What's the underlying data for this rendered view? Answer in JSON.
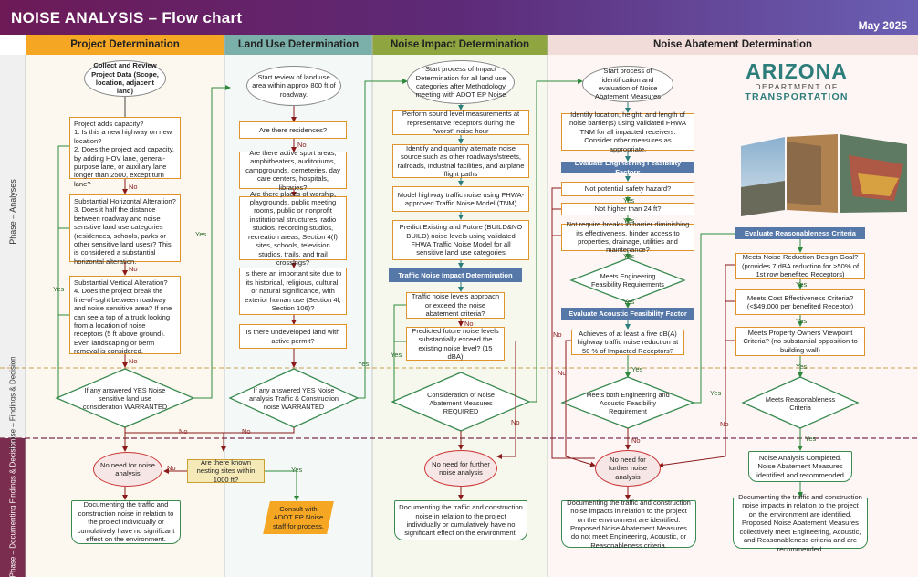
{
  "header": {
    "title": "NOISE ANALYSIS – Flow chart",
    "date": "May 2025"
  },
  "lanes": [
    {
      "label": "Project Determination"
    },
    {
      "label": "Land Use Determination"
    },
    {
      "label": "Noise Impact Determination"
    },
    {
      "label": "Noise Abatement Determination"
    }
  ],
  "phases": {
    "analyses": "Phase – Analyses",
    "findings": "Phase – Findings & Decision",
    "documenting": "Phase – Documenting Findings & Decision"
  },
  "logo": {
    "line1": "ARIZONA",
    "line2": "DEPARTMENT OF",
    "line3": "TRANSPORTATION"
  },
  "colors": {
    "title_bar": "#6d1a57",
    "lane1": "#f5a623",
    "lane2": "#7bb0aa",
    "lane3": "#8fa640",
    "lane4": "#f2dcd9"
  },
  "nodes": {
    "p_start": "Collect and Review Project Data (Scope, location, adjacent land)",
    "p_q1": "Project adds capacity?\n1. Is this a new highway on new location?\n2. Does the project add capacity, by adding HOV lane, general-purpose lane, or auxiliary lane longer than 2500, except turn lane?",
    "p_q2": "Substantial Horizontal Alteration?\n3. Does it half the distance between roadway and noise sensitive land use categories (residences, schools, parks or other sensitive land uses)? This is considered a substantial horizontal alteration.",
    "p_q3": "Substantial Vertical Alteration?\n4. Does the project break the line-of-sight between roadway and noise sensitive area? If one can see a top of a truck looking from a location of noise receptors (5 ft above ground). Even landscaping or berm removal is considered.",
    "p_decision": "If any answered YES Noise sensitive land use consideration WARRANTED",
    "p_no_need": "No need for noise analysis",
    "p_doc": "Documenting the traffic and construction noise in relation to the project individually or cumulatively have no significant effect on the environment.",
    "nest_q": "Are there known nesting sites within 1000 ft?",
    "consult": "Consult with ADOT EP Noise staff for process.",
    "l_start": "Start review of land use area within approx 800 ft of roadway.",
    "l_q1": "Are there residences?",
    "l_q2": "Are there active sport areas, amphitheaters, auditoriums, campgrounds, cemeteries, day care centers, hospitals, libraries?",
    "l_q3": "Are there places of worship, playgrounds, public meeting rooms, public or nonprofit institutional structures, radio studios, recording studios, recreation areas, Section 4(f) sites, schools, television studios, trails, and trail crossings?",
    "l_q4": "Is there an important site due to its historical, religious, cultural, or natural significance, with exterior human use (Section 4f, Section 106)?",
    "l_q5": "Is there undeveloped land with active permit?",
    "l_decision": "If any answered YES Noise analysis Traffic & Construction noise WARRANTED",
    "n_start": "Start process of Impact Determination for all land use categories after Methodology meeting with ADOT EP Noise",
    "n_1": "Perform sound level measurements at representative receptors during the \"worst\" noise hour",
    "n_2": "Identify and quantify alternate noise source such as other roadways/streets, railroads, industrial facilities, and airplane flight paths",
    "n_3": "Model highway traffic noise using FHWA-approved Traffic Noise Model (TNM)",
    "n_4": "Predict Existing and Future (BUILD&NO BUILD) noise levels using validated FHWA Traffic Noise Model for all sensitive land use categories",
    "n_pill": "Traffic Noise Impact Determination",
    "n_q1": "Traffic noise levels approach or exceed the noise abatement criteria?",
    "n_q2": "Predicted future noise levels substantially exceed the existing noise level? (15 dBA)",
    "n_decision": "Consideration of Noise Abatement Measures REQUIRED",
    "n_no_need": "No need for further noise analysis",
    "n_doc": "Documenting the traffic and construction noise in relation to the project individually or cumulatively have no significant effect on the environment.",
    "a_start": "Start process of identification and evaluation of Noise Abatement Measures",
    "a_1": "Identify location, height, and length of noise barrier(s) using validated FHWA TNM for all impacted receivers. Consider other measures as appropriate.",
    "a_pill1": "Evaluate Engineering Feasibility Factors",
    "a_q1": "Not potential safety hazard?",
    "a_q2": "Not higher than 24 ft?",
    "a_q3": "Not require breaks in barrier diminishing its effectiveness, hinder access to properties, drainage, utilities and maintenance?",
    "a_d1": "Meets Engineering Feasibility Requirements",
    "a_pill2": "Evaluate Acoustic Feasibility Factor",
    "a_q4": "Achieves of at least a five dB(A) highway traffic noise reduction at 50 % of Impacted Receptors?",
    "a_d2": "Meets both Engineering and Acoustic Feasibility Requirement",
    "a_no_need": "No need for further noise analysis",
    "a_doc": "Documenting the traffic and construction noise impacts in relation to the project on the environment are identified. Proposed Noise Abatement Measures do not meet Engineering, Acoustic, or Reasonableness criteria.",
    "r_pill": "Evaluate Reasonableness Criteria",
    "r_q1": "Meets Noise Reduction Design Goal? (provides 7 dBA reduction for >50% of 1st row benefited Receptors)",
    "r_q2": "Meets Cost Effectiveness Criteria? (<$49,000 per benefited Receptor)",
    "r_q3": "Meets Property Owners Viewpoint Criteria? (no substantial opposition to building wall)",
    "r_d": "Meets Reasonableness Criteria",
    "r_complete": "Noise Analysis Completed. Noise Abatement Measures identified and recommended",
    "r_doc": "Documenting the traffic and construction noise impacts in relation to the project on the environment are identified. Proposed Noise Abatement Measures collectively meet Engineering, Acoustic, and Reasonableness criteria and are recommended."
  },
  "flow_labels": {
    "yes": "Yes",
    "no": "No"
  }
}
